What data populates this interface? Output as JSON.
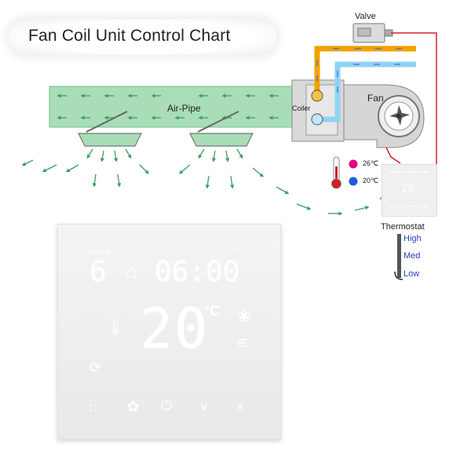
{
  "title": "Fan Coil Unit Control Chart",
  "labels": {
    "valve": "Valve",
    "fan": "Fan",
    "coiler": "Coiler",
    "air_pipe": "Air-Pipe",
    "thermostat": "Thermostat"
  },
  "temps": {
    "hot": "26℃",
    "cold": "20℃",
    "hot_color": "#e6007e",
    "cold_color": "#1a5ce6"
  },
  "fan_speeds": [
    "High",
    "Med",
    "Low"
  ],
  "display": {
    "mode": "Weekly",
    "day": "6",
    "time": "06:00",
    "temperature": "20",
    "unit": "°C",
    "mini_temperature": "20"
  },
  "colors": {
    "air_pipe": "#a8ddb8",
    "air_arrow": "#3aa060",
    "hot_pipe": "#f2a100",
    "cold_pipe": "#8fd3f4",
    "wire": "#d42020"
  },
  "icons": [
    "thermometer-icon",
    "fan-icon",
    "wifi-icon",
    "home-icon",
    "menu-grid-icon",
    "power-icon",
    "down-arrow-icon",
    "up-arrow-icon",
    "heat-level-icon",
    "eco-icon"
  ]
}
